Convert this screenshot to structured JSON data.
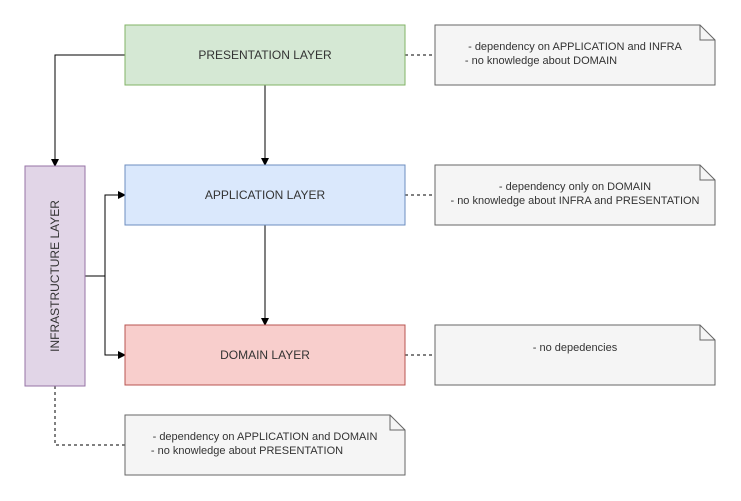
{
  "layers": {
    "presentation": {
      "label": "PRESENTATION LAYER",
      "fill": "#d5e8d4",
      "stroke": "#82b366"
    },
    "application": {
      "label": "APPLICATION LAYER",
      "fill": "#dae8fc",
      "stroke": "#6c8ebf"
    },
    "domain": {
      "label": "DOMAIN LAYER",
      "fill": "#f8cecc",
      "stroke": "#b85450"
    },
    "infrastructure": {
      "label": "INFRASTRUCTURE LAYER",
      "fill": "#e1d5e7",
      "stroke": "#9673a6"
    }
  },
  "notes": {
    "presentation": {
      "line1": "- dependency on APPLICATION and INFRA",
      "line2": "- no knowledge about DOMAIN"
    },
    "application": {
      "line1": "- dependency only on DOMAIN",
      "line2": "- no knowledge about INFRA and PRESENTATION"
    },
    "domain": {
      "line1": "- no depedencies"
    },
    "infrastructure": {
      "line1": "- dependency on APPLICATION and DOMAIN",
      "line2": "- no knowledge about PRESENTATION"
    }
  },
  "colors": {
    "note_fill": "#f5f5f5",
    "note_stroke": "#666666",
    "edge": "#000000"
  }
}
